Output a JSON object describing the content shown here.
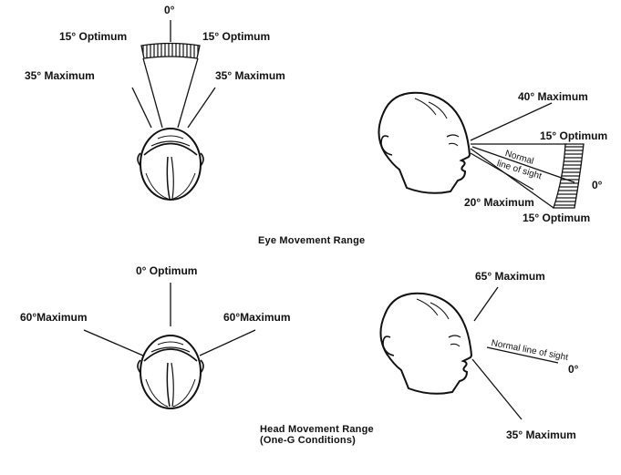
{
  "eye_movement": {
    "caption": "Eye Movement Range",
    "top_view": {
      "zero": "0°",
      "optimum_left": "15° Optimum",
      "optimum_right": "15° Optimum",
      "max_left": "35° Maximum",
      "max_right": "35° Maximum"
    },
    "side_view": {
      "max_up": "40° Maximum",
      "optimum_up": "15° Optimum",
      "normal_line_1": "Normal",
      "normal_line_2": "line of sight",
      "zero": "0°",
      "max_down": "20° Maximum",
      "optimum_down": "15° Optimum"
    }
  },
  "head_movement": {
    "caption_line1": "Head Movement Range",
    "caption_line2": "(One-G Conditions)",
    "top_view": {
      "zero": "0° Optimum",
      "max_left": "60°Maximum",
      "max_right": "60°Maximum"
    },
    "side_view": {
      "max_up": "65° Maximum",
      "normal_line": "Normal line of sight",
      "zero": "0°",
      "max_down": "35° Maximum"
    }
  }
}
